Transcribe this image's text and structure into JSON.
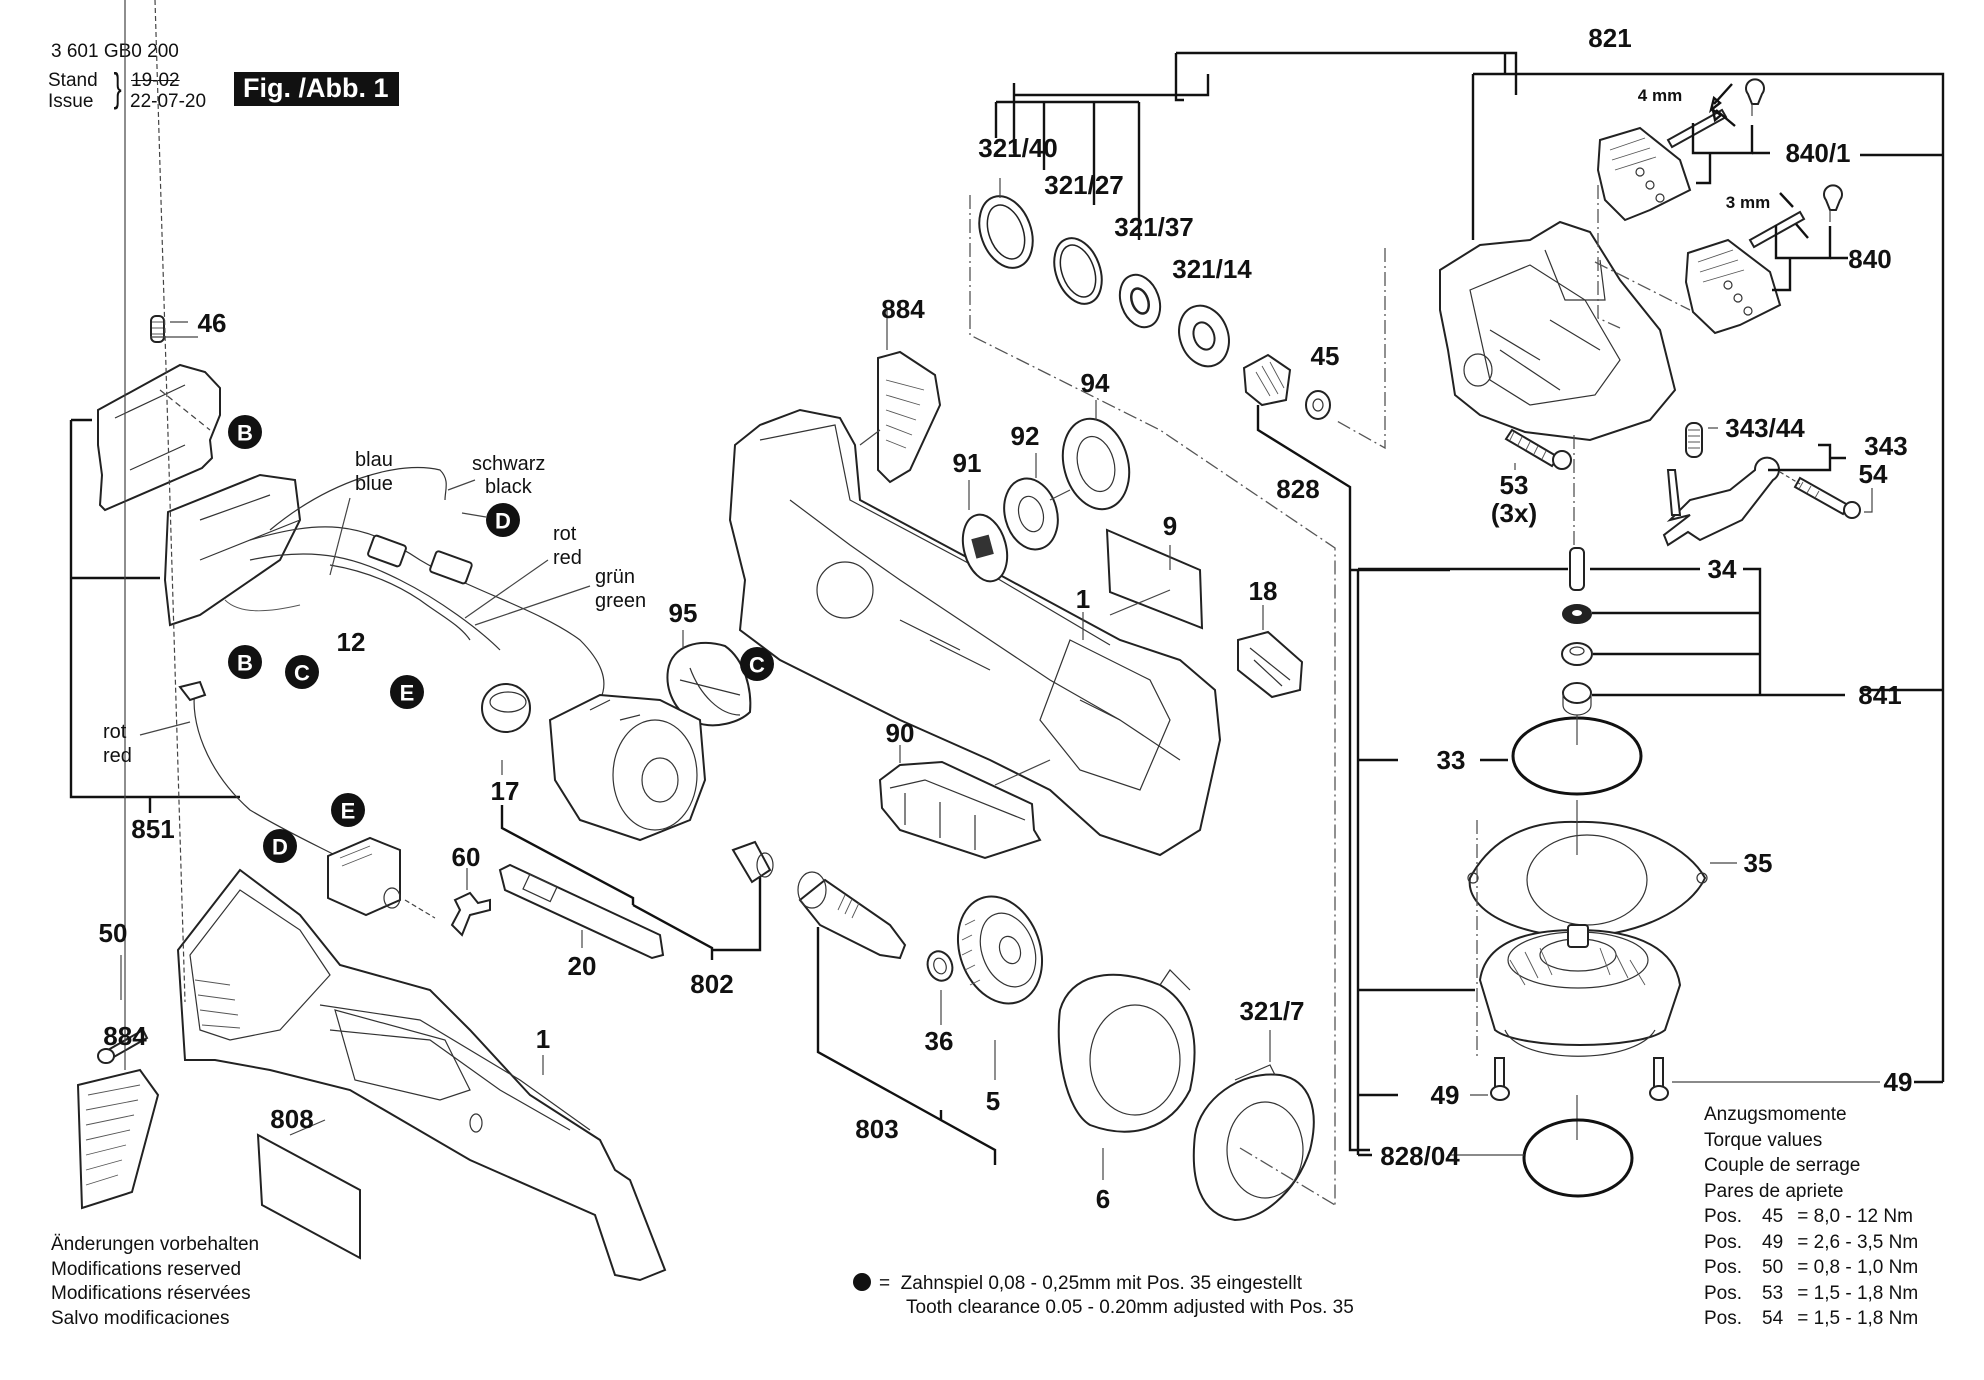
{
  "header": {
    "part_number": "3 601 GB0 200",
    "stand_label": "Stand",
    "issue_label": "Issue",
    "old_date_struck": "19-02",
    "issue_date": "22-07-20",
    "figure_label": "Fig. /Abb. 1"
  },
  "part_labels": {
    "p821": "821",
    "p321_40": "321/40",
    "p321_27": "321/27",
    "p321_37": "321/37",
    "p321_14": "321/14",
    "p840_1": "840/1",
    "p840": "840",
    "dim_4mm": "4 mm",
    "dim_3mm": "3 mm",
    "p46": "46",
    "p884_top": "884",
    "p94": "94",
    "p45": "45",
    "p92": "92",
    "p91": "91",
    "p828": "828",
    "p53": "53",
    "p53_qty": "(3x)",
    "p343_44": "343/44",
    "p343": "343",
    "p54": "54",
    "p9": "9",
    "p18": "18",
    "p1_main": "1",
    "p95": "95",
    "p12": "12",
    "p34": "34",
    "p841": "841",
    "p90": "90",
    "p17": "17",
    "p851": "851",
    "p33": "33",
    "p35": "35",
    "p60": "60",
    "p50": "50",
    "p20": "20",
    "p802": "802",
    "p36": "36",
    "p5": "5",
    "p803": "803",
    "p321_7": "321/7",
    "p6": "6",
    "p49_left": "49",
    "p49_right": "49",
    "p828_04": "828/04",
    "p884_bottom": "884",
    "p808": "808",
    "p1_handle": "1"
  },
  "connector_badges": {
    "B1": "B",
    "B2": "B",
    "C1": "C",
    "C2": "C",
    "D1": "D",
    "D2": "D",
    "E1": "E",
    "E2": "E"
  },
  "wire_labels": {
    "blau": "blau",
    "blue": "blue",
    "schwarz": "schwarz",
    "black": "black",
    "rot1": "rot",
    "red1": "red",
    "gruen": "grün",
    "green": "green",
    "rot2": "rot",
    "red2": "red"
  },
  "torque_values": {
    "title_de": "Anzugsmomente",
    "title_en": "Torque values",
    "title_fr": "Couple de serrage",
    "title_es": "Pares de apriete",
    "rows": [
      {
        "pos_label": "Pos.",
        "pos": "45",
        "value": "= 8,0 - 12  Nm"
      },
      {
        "pos_label": "Pos.",
        "pos": "49",
        "value": "= 2,6 - 3,5 Nm"
      },
      {
        "pos_label": "Pos.",
        "pos": "50",
        "value": "= 0,8 - 1,0 Nm"
      },
      {
        "pos_label": "Pos.",
        "pos": "53",
        "value": "= 1,5 - 1,8 Nm"
      },
      {
        "pos_label": "Pos.",
        "pos": "54",
        "value": "= 1,5 - 1,8 Nm"
      }
    ]
  },
  "modifications": {
    "de": "Änderungen vorbehalten",
    "en": "Modifications reserved",
    "fr": "Modifications réservées",
    "es": "Salvo modificaciones"
  },
  "legend": {
    "symbol": "filled-circle",
    "equals": "=",
    "line_de": "Zahnspiel 0,08 - 0,25mm mit Pos. 35 eingestellt",
    "line_en": "Tooth clearance 0.05 - 0.20mm adjusted with Pos. 35"
  }
}
